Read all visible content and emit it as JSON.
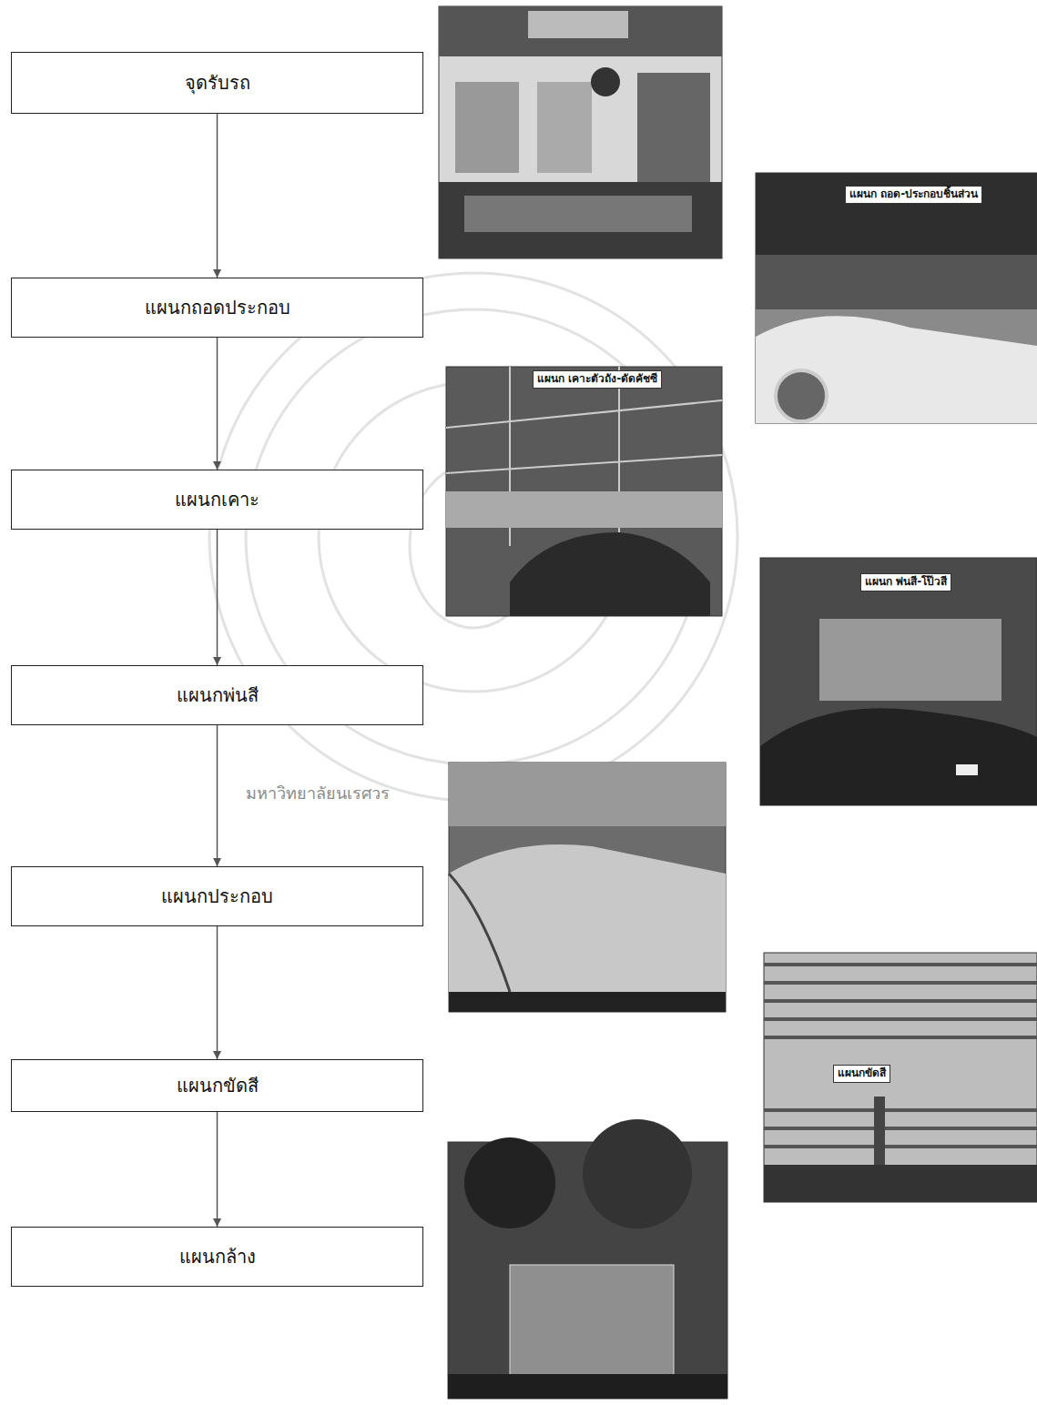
{
  "diagram": {
    "nodes": [
      {
        "text": [
          "จุดรับรถ"
        ]
      },
      {
        "text": [
          "แผนกถอดประกอบ"
        ]
      },
      {
        "text": [
          "แผนกเคาะ"
        ]
      },
      {
        "text": [
          "แผนกพ่นสี"
        ]
      },
      {
        "text": [
          "แผนกประกอบ"
        ]
      },
      {
        "text": [
          "แผนกขัดสี"
        ]
      },
      {
        "text": [
          "แผนกล้าง"
        ]
      }
    ],
    "edges": [
      {
        "from": 0,
        "to": 1,
        "arrow": "to"
      },
      {
        "from": 1,
        "to": 2,
        "arrow": "to"
      },
      {
        "from": 2,
        "to": 3,
        "arrow": "to"
      },
      {
        "from": 3,
        "to": 4,
        "arrow": "to"
      },
      {
        "from": 4,
        "to": 5,
        "arrow": "to"
      },
      {
        "from": 5,
        "to": 6,
        "arrow": "to"
      }
    ],
    "labels": [
      "แผนก ถอด-ประกอบชิ้นส่วน",
      "แผนก เคาะตัวถัง-ดัดคัชซี",
      "แผนก พ่นสี-โป๊วสี",
      "แผนกขัดสี",
      "มหาวิทยาลัยนเรศวร"
    ]
  }
}
